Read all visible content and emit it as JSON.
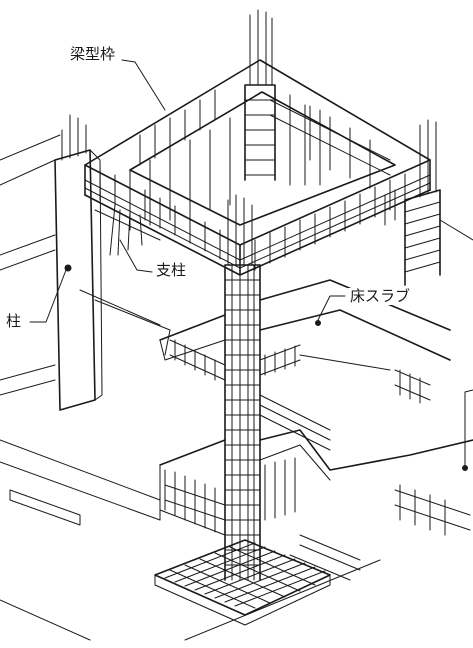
{
  "labels": {
    "beam_formwork": "梁型枠",
    "support_post": "支柱",
    "column": "柱",
    "floor_slab": "床スラブ"
  },
  "colors": {
    "ink": "#1a1a1a",
    "paper": "#ffffff"
  }
}
